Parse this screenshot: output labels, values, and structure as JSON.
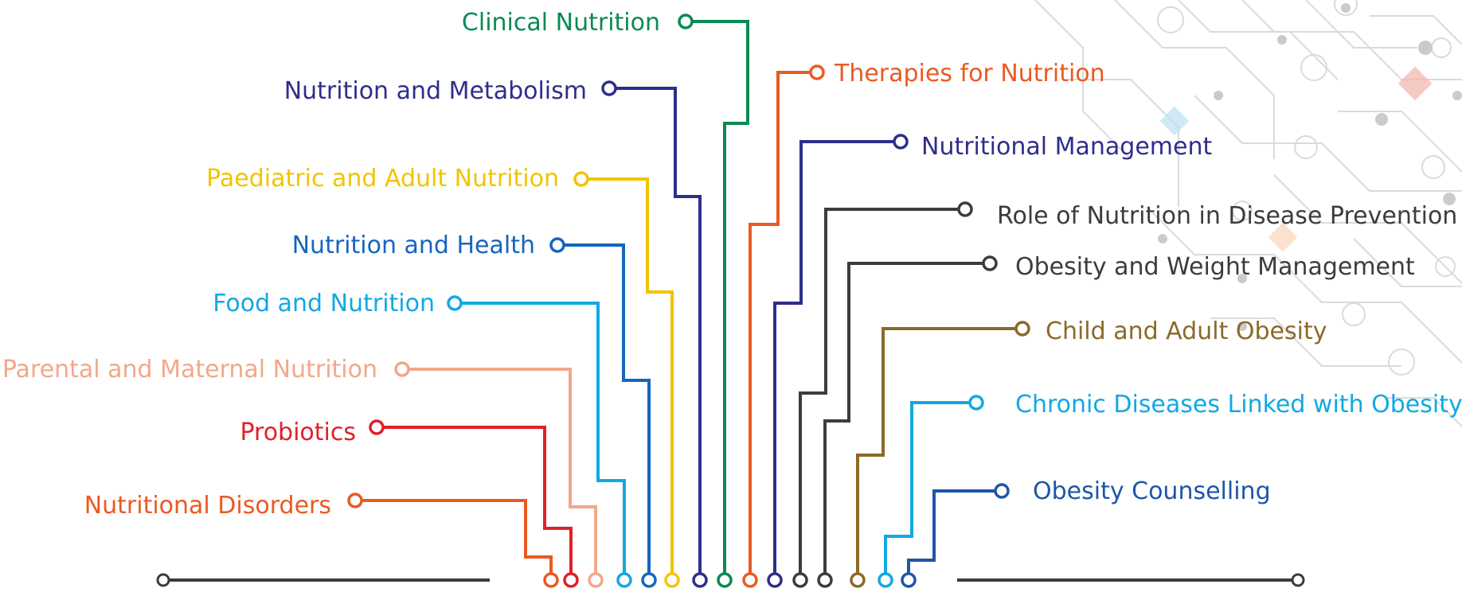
{
  "diagram": {
    "topics": [
      {
        "id": "clinical-nutrition",
        "label": "Clinical Nutrition",
        "color": "#0a8a55"
      },
      {
        "id": "nutrition-and-metabolism",
        "label": "Nutrition and Metabolism",
        "color": "#2e2e8c"
      },
      {
        "id": "paediatric-and-adult-nutrition",
        "label": "Paediatric and Adult Nutrition",
        "color": "#f2c400"
      },
      {
        "id": "nutrition-and-health",
        "label": "Nutrition and Health",
        "color": "#1565c0"
      },
      {
        "id": "food-and-nutrition",
        "label": "Food and Nutrition",
        "color": "#12a8e3"
      },
      {
        "id": "parental-and-maternal-nutrition",
        "label": "Parental and Maternal Nutrition",
        "color": "#f2a88a"
      },
      {
        "id": "probiotics",
        "label": "Probiotics",
        "color": "#e0202a"
      },
      {
        "id": "nutritional-disorders",
        "label": "Nutritional Disorders",
        "color": "#ea5a22"
      },
      {
        "id": "therapies-for-nutrition",
        "label": "Therapies for Nutrition",
        "color": "#ea5a22"
      },
      {
        "id": "nutritional-management",
        "label": "Nutritional Management",
        "color": "#2e2e8c"
      },
      {
        "id": "role-of-nutrition-in-disease-prevention",
        "label": "Role of Nutrition in Disease Prevention",
        "color": "#3c3c3c"
      },
      {
        "id": "obesity-and-weight-management",
        "label": "Obesity and Weight Management",
        "color": "#3c3c3c"
      },
      {
        "id": "child-and-adult-obesity",
        "label": "Child and Adult Obesity",
        "color": "#8b6a28"
      },
      {
        "id": "chronic-diseases-linked-with-obesity",
        "label": "Chronic Diseases Linked with Obesity",
        "color": "#12a8e3"
      },
      {
        "id": "obesity-counselling",
        "label": "Obesity Counselling",
        "color": "#1e56a8"
      }
    ],
    "baseline_color": "#3c3c3c"
  }
}
